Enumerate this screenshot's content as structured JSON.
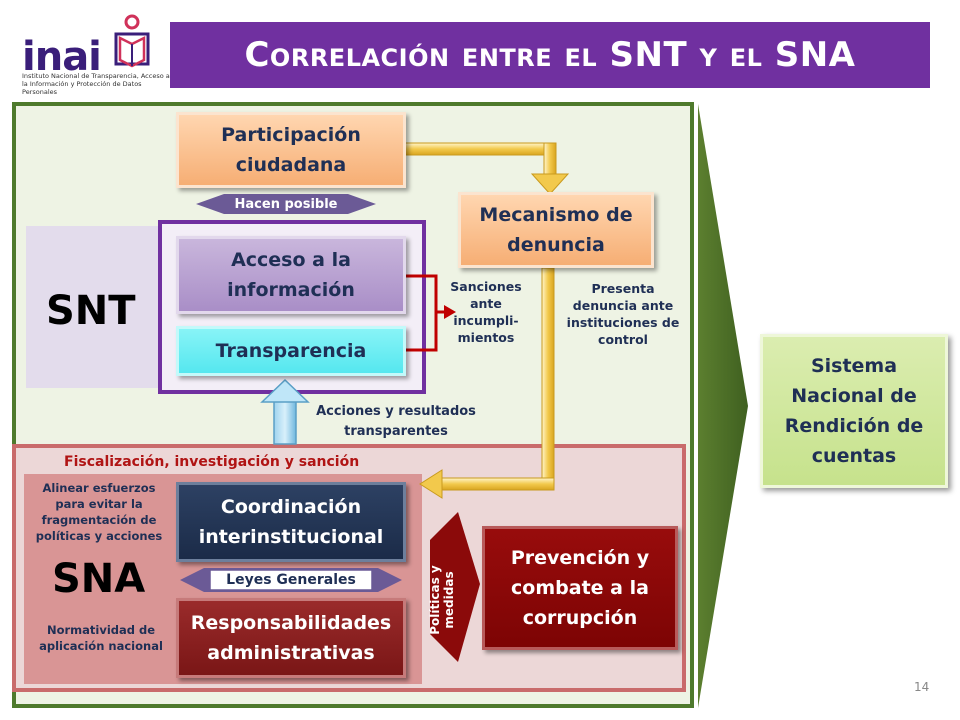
{
  "header": {
    "logo_text": "inai",
    "logo_subtitle": "Instituto Nacional de Transparencia, Acceso a la Información y Protección de Datos Personales",
    "title": "Correlación entre el SNT y el SNA"
  },
  "labels": {
    "snt": "SNT",
    "sna": "SNA"
  },
  "boxes": {
    "participacion": "Participación ciudadana",
    "mecanismo": "Mecanismo de denuncia",
    "acceso": "Acceso a la información",
    "transparencia": "Transparencia",
    "coordinacion": "Coordinación interinstitucional",
    "responsabilidades": "Responsabilidades administrativas",
    "prevencion": "Prevención y combate a la corrupción",
    "sistema_nacional": "Sistema Nacional de Rendición de cuentas"
  },
  "banners": {
    "hacen_posible": "Hacen posible",
    "leyes_generales": "Leyes Generales",
    "politicas": "Políticas y medidas"
  },
  "notes": {
    "sanciones": "Sanciones ante incumpli-mientos",
    "presenta": "Presenta denuncia ante instituciones de control",
    "acciones": "Acciones y resultados transparentes",
    "fiscalizacion": "Fiscalización, investigación y sanción",
    "alinear": "Alinear esfuerzos para evitar la fragmentación de políticas y acciones",
    "normatividad": "Normatividad de aplicación nacional"
  },
  "slide_number": "14",
  "colors": {
    "title_purple": "#7030a0",
    "snt_border": "#7030a0",
    "outer_green": "#4e7a2c",
    "sna_border": "#c96b6b",
    "connector_red": "#c00000",
    "arrow_gold": "#f2c94c"
  }
}
